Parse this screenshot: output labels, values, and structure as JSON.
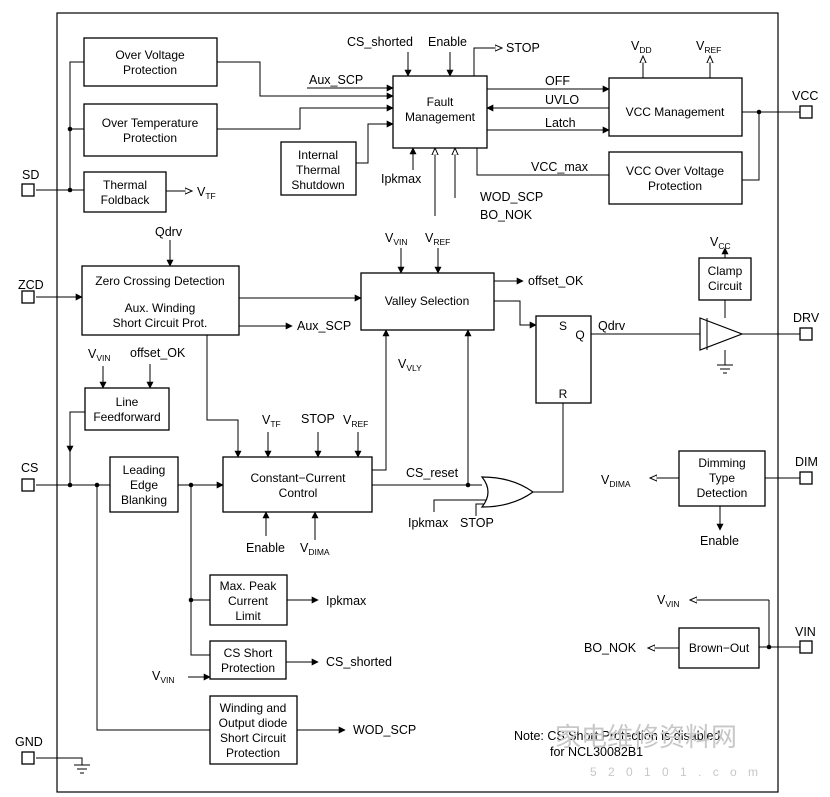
{
  "blocks": {
    "ovp": [
      "Over Voltage",
      "Protection"
    ],
    "otp": [
      "Over Temperature",
      "Protection"
    ],
    "thermal_foldback": [
      "Thermal",
      "Foldback"
    ],
    "fault_mgmt": [
      "Fault",
      "Management"
    ],
    "internal_shutdown": [
      "Internal",
      "Thermal",
      "Shutdown"
    ],
    "vcc_mgmt": [
      "VCC Management"
    ],
    "vcc_ovp": [
      "VCC Over Voltage",
      "Protection"
    ],
    "zcd": [
      "Zero Crossing Detection",
      "Aux. Winding",
      "Short Circuit Prot."
    ],
    "valley": [
      "Valley Selection"
    ],
    "latch_sr": {
      "s": "S",
      "q": "Q",
      "r": "R"
    },
    "clamp": [
      "Clamp",
      "Circuit"
    ],
    "line_ff": [
      "Line",
      "Feedforward"
    ],
    "leb": [
      "Leading",
      "Edge",
      "Blanking"
    ],
    "cc_control": [
      "Constant−Current",
      "Control"
    ],
    "dimming": [
      "Dimming",
      "Type",
      "Detection"
    ],
    "max_peak": [
      "Max. Peak",
      "Current",
      "Limit"
    ],
    "cs_short": [
      "CS Short",
      "Protection"
    ],
    "winding": [
      "Winding and",
      "Output diode",
      "Short Circuit",
      "Protection"
    ],
    "brown_out": [
      "Brown−Out"
    ]
  },
  "pins": {
    "sd": "SD",
    "zcd": "ZCD",
    "cs": "CS",
    "gnd": "GND",
    "vcc": "VCC",
    "drv": "DRV",
    "dim": "DIM",
    "vin": "VIN"
  },
  "signals": {
    "cs_shorted": "CS_shorted",
    "enable": "Enable",
    "stop": "STOP",
    "aux_scp": "Aux_SCP",
    "off": "OFF",
    "uvlo": "UVLO",
    "latch": "Latch",
    "vcc_max": "VCC_max",
    "ipkmax": "Ipkmax",
    "wod_scp": "WOD_SCP",
    "bo_nok": "BO_NOK",
    "qdrv": "Qdrv",
    "offset_ok": "offset_OK",
    "cs_reset": "CS_reset",
    "v": "V",
    "dd": "DD",
    "ref": "REF",
    "tf": "TF",
    "vin_sub": "VIN",
    "cc": "CC",
    "vly": "VLY",
    "dima": "DIMA"
  },
  "note": {
    "line1": "Note: CS Short Protection is disabled",
    "line2": "for NCL30082B1"
  },
  "watermark": {
    "text": "家电维修资料网",
    "url": "5 2 0 1 0 1 . c o m"
  }
}
